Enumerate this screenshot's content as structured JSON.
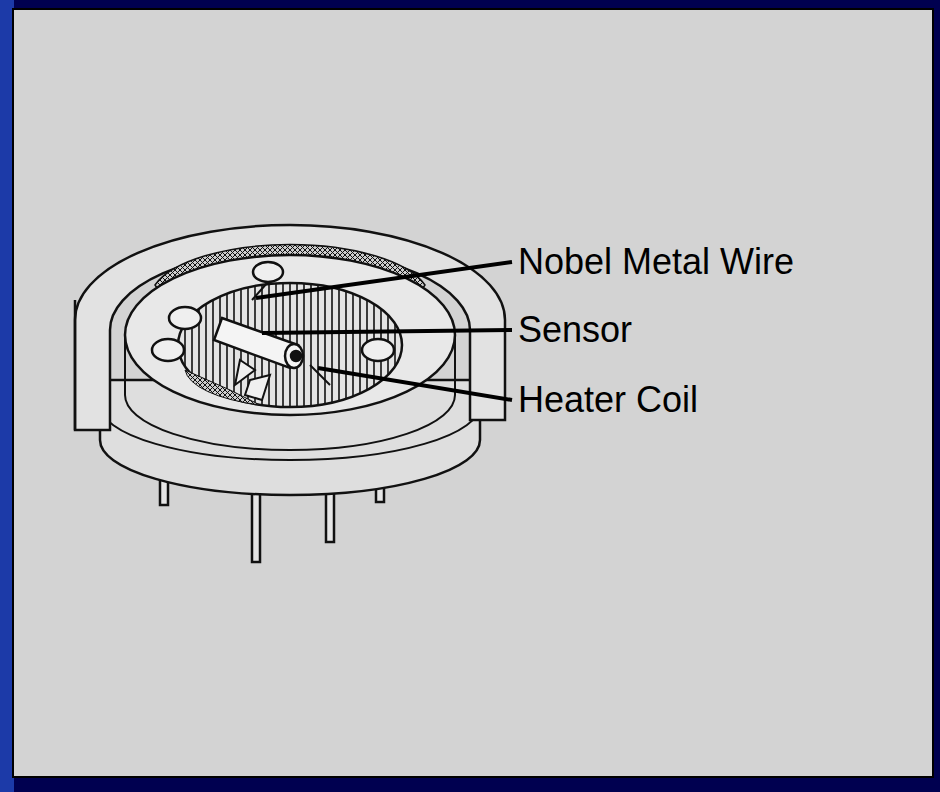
{
  "diagram": {
    "labels": [
      "Nobel Metal Wire",
      "Sensor",
      "Heater Coil"
    ]
  }
}
